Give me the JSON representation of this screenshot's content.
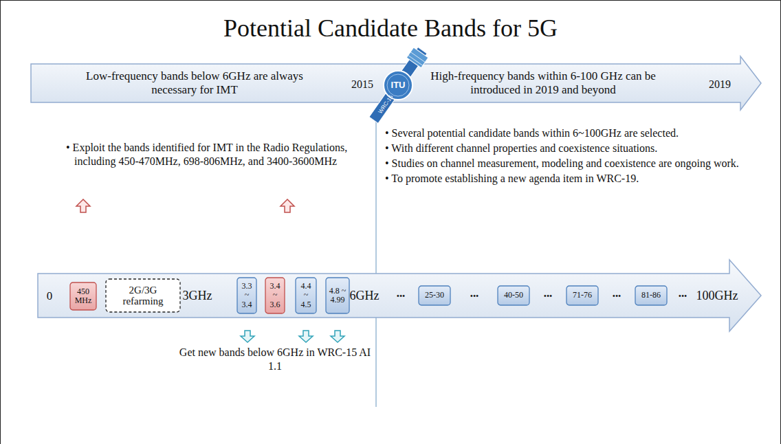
{
  "diagram": {
    "title": "Potential Candidate Bands for 5G",
    "nodes": [
      {
        "text": [
          "Low-frequency bands below 6GHz are always necessary for IMT",
          "2015",
          "High-frequency bands within 6-100 GHz can be introduced in 2019 and beyond",
          "2019"
        ]
      },
      {
        "text": [
          "0",
          "3GHz",
          "6GHz",
          "•••",
          "•••",
          "•••",
          "•••",
          "•••",
          "100GHz"
        ]
      },
      {
        "text": [
          "450 MHz"
        ],
        "in": 1
      },
      {
        "text": [
          "2G/3G refarming"
        ],
        "in": 1
      },
      {
        "text": [
          "3.3 ~ 3.4"
        ],
        "in": 1
      },
      {
        "text": [
          "3.4 ~ 3.6"
        ],
        "in": 1
      },
      {
        "text": [
          "4.4 ~ 4.5"
        ],
        "in": 1
      },
      {
        "text": [
          "4.8 ~ 4.99"
        ],
        "in": 1
      },
      {
        "text": [
          "25-30"
        ],
        "in": 1
      },
      {
        "text": [
          "40-50"
        ],
        "in": 1
      },
      {
        "text": [
          "71-76"
        ],
        "in": 1
      },
      {
        "text": [
          "81-86"
        ],
        "in": 1
      }
    ],
    "labels": [
      "• Exploit the bands identified for IMT in the Radio Regulations, including 450-470MHz, 698-806MHz, and 3400-3600MHz",
      "• Several potential candidate bands within 6~100GHz are selected.",
      "• With different channel properties and coexistence situations.",
      "• Studies on channel measurement, modeling and coexistence are ongoing work.",
      "• To promote establishing a new agenda item in WRC-19.",
      "Get new bands below 6GHz in WRC-15 AI 1.1",
      "ITU",
      "WRC-15"
    ]
  }
}
